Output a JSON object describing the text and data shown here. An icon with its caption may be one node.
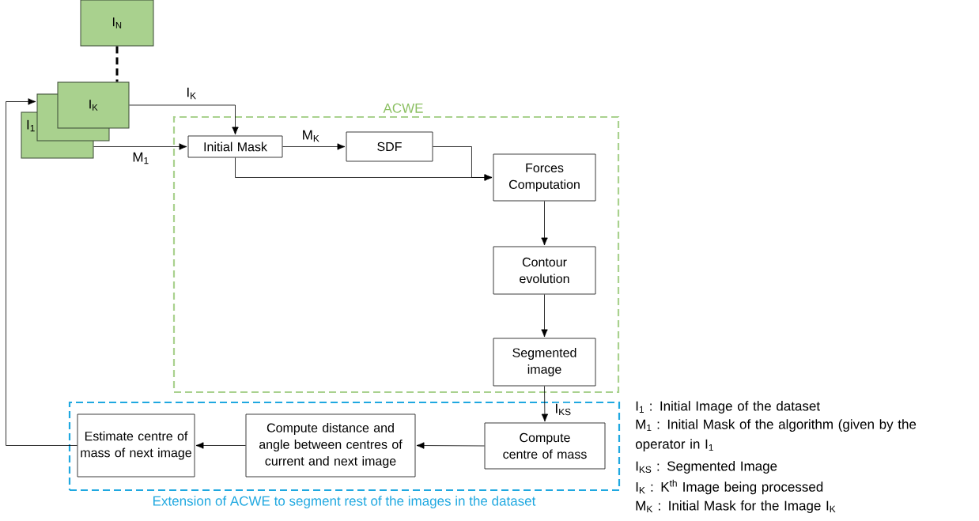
{
  "diagram": {
    "nodes": [
      {
        "text": [
          "ACWE"
        ]
      },
      {
        "text": [
          "Extension of ACWE to segment rest of the images in the dataset"
        ]
      },
      {
        "text": [
          "I$_{N}$"
        ]
      },
      {
        "text": [
          "I$_{1}$"
        ]
      },
      {
        "text": [],
        "shape": "box"
      },
      {
        "text": [
          "I$_{K}$"
        ]
      },
      {
        "text": [
          "Initial Mask"
        ],
        "in": 0
      },
      {
        "text": [
          "SDF"
        ],
        "in": 0
      },
      {
        "text": [
          "Forces Computation"
        ],
        "in": 0
      },
      {
        "text": [
          "Contour evolution"
        ],
        "in": 0
      },
      {
        "text": [
          "Segmented image"
        ],
        "in": 0
      },
      {
        "text": [
          "Compute centre of mass"
        ],
        "in": 1
      },
      {
        "text": [
          "Compute distance and angle between centres of current and next image"
        ],
        "in": 1
      },
      {
        "text": [
          "Estimate centre of mass of next image"
        ],
        "in": 1
      }
    ],
    "edges": [
      {
        "from": 2,
        "to": 5,
        "arrow": "none",
        "style": "dashed"
      },
      {
        "from": 5,
        "to": 6,
        "arrow": "to",
        "label": "I$_{K}$"
      },
      {
        "from": 3,
        "to": 6,
        "arrow": "to",
        "label": "M$_{1}$"
      },
      {
        "from": 6,
        "to": 7,
        "arrow": "to",
        "label": "M$_{K}$"
      },
      {
        "from": 7,
        "to": 8,
        "arrow": "to"
      },
      {
        "from": 6,
        "to": 8,
        "arrow": "to"
      },
      {
        "from": 8,
        "to": 9,
        "arrow": "to"
      },
      {
        "from": 9,
        "to": 10,
        "arrow": "to"
      },
      {
        "from": 10,
        "to": 11,
        "arrow": "to",
        "label": "I$_{KS}$"
      },
      {
        "from": 11,
        "to": 12,
        "arrow": "to"
      },
      {
        "from": 12,
        "to": 13,
        "arrow": "to"
      },
      {
        "from": 13,
        "to": 4,
        "arrow": "to"
      }
    ],
    "labels": [
      "I$_{1}$ : Initial Image of the dataset",
      "M$_{1}$ : Initial Mask of the algorithm (given by the operator in I$_{1}$",
      "I$_{KS}$ : Segmented Image",
      "I$_{K}$ : K$^{th}$ Image being processed",
      "M$_{K}$ : Initial Mask for the Image I$_{K}$"
    ]
  }
}
